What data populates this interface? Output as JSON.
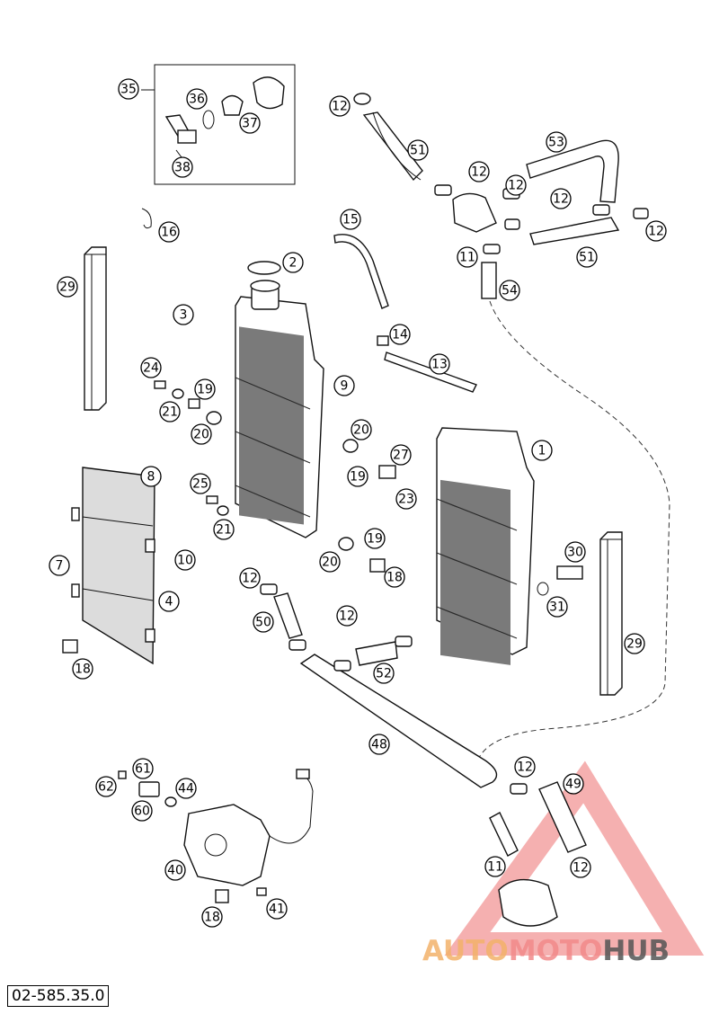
{
  "diagram": {
    "catalog_number": "02-585.35.0",
    "watermark": {
      "part1": "AUTO",
      "part2": "MOTO",
      "part3": "HUB"
    },
    "callouts": [
      {
        "label": "35"
      },
      {
        "label": "36"
      },
      {
        "label": "37"
      },
      {
        "label": "38"
      },
      {
        "label": "12"
      },
      {
        "label": "51"
      },
      {
        "label": "53"
      },
      {
        "label": "12"
      },
      {
        "label": "12"
      },
      {
        "label": "12"
      },
      {
        "label": "12"
      },
      {
        "label": "51"
      },
      {
        "label": "11"
      },
      {
        "label": "54"
      },
      {
        "label": "16"
      },
      {
        "label": "15"
      },
      {
        "label": "2"
      },
      {
        "label": "29"
      },
      {
        "label": "3"
      },
      {
        "label": "14"
      },
      {
        "label": "13"
      },
      {
        "label": "24"
      },
      {
        "label": "19"
      },
      {
        "label": "21"
      },
      {
        "label": "20"
      },
      {
        "label": "9"
      },
      {
        "label": "20"
      },
      {
        "label": "27"
      },
      {
        "label": "19"
      },
      {
        "label": "23"
      },
      {
        "label": "1"
      },
      {
        "label": "8"
      },
      {
        "label": "25"
      },
      {
        "label": "21"
      },
      {
        "label": "10"
      },
      {
        "label": "19"
      },
      {
        "label": "20"
      },
      {
        "label": "18"
      },
      {
        "label": "7"
      },
      {
        "label": "4"
      },
      {
        "label": "30"
      },
      {
        "label": "31"
      },
      {
        "label": "12"
      },
      {
        "label": "12"
      },
      {
        "label": "50"
      },
      {
        "label": "52"
      },
      {
        "label": "29"
      },
      {
        "label": "18"
      },
      {
        "label": "48"
      },
      {
        "label": "61"
      },
      {
        "label": "12"
      },
      {
        "label": "49"
      },
      {
        "label": "62"
      },
      {
        "label": "44"
      },
      {
        "label": "60"
      },
      {
        "label": "40"
      },
      {
        "label": "11"
      },
      {
        "label": "12"
      },
      {
        "label": "18"
      },
      {
        "label": "41"
      }
    ]
  }
}
